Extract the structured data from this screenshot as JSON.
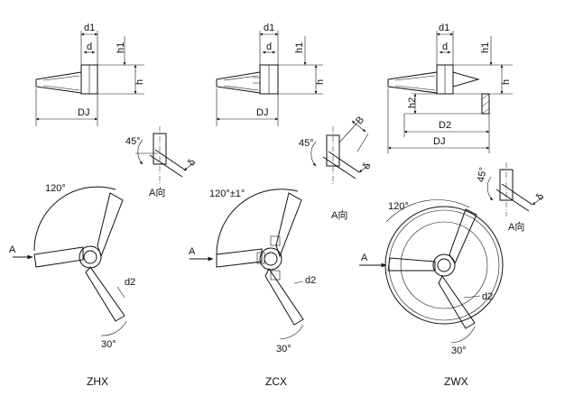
{
  "colors": {
    "line": "#111111",
    "background": "#ffffff"
  },
  "labels": {
    "d1": "d1",
    "d": "d",
    "h1": "h1",
    "h": "h",
    "h2": "h2",
    "DJ": "DJ",
    "D2": "D2",
    "B": "B",
    "delta": "δ",
    "deg45": "45°",
    "deg120": "120°",
    "deg120tol": "120°±1°",
    "deg30": "30°",
    "d2": "d2",
    "A": "A",
    "Adir": "A向"
  },
  "types": {
    "zhx": "ZHX",
    "zcx": "ZCX",
    "zwx": "ZWX"
  }
}
